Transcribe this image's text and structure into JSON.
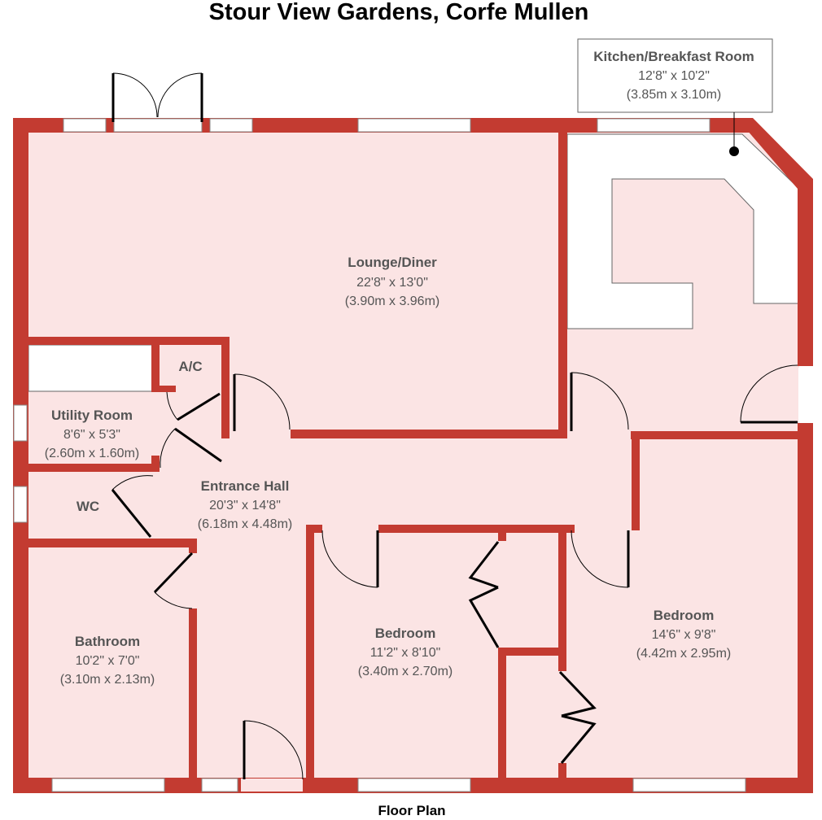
{
  "title": "Stour View Gardens, Corfe Mullen",
  "footer": "Floor Plan",
  "rooms": {
    "kitchen": {
      "name": "Kitchen/Breakfast Room",
      "dim_imperial": "12'8\" x 10'2\"",
      "dim_metric": "(3.85m x 3.10m)"
    },
    "lounge": {
      "name": "Lounge/Diner",
      "dim_imperial": "22'8\" x 13'0\"",
      "dim_metric": "(3.90m x 3.96m)"
    },
    "ac": {
      "name": "A/C"
    },
    "utility": {
      "name": "Utility Room",
      "dim_imperial": "8'6\" x 5'3\"",
      "dim_metric": "(2.60m x 1.60m)"
    },
    "wc": {
      "name": "WC"
    },
    "hall": {
      "name": "Entrance Hall",
      "dim_imperial": "20'3\" x 14'8\"",
      "dim_metric": "(6.18m x 4.48m)"
    },
    "bathroom": {
      "name": "Bathroom",
      "dim_imperial": "10'2\" x 7'0\"",
      "dim_metric": "(3.10m x 2.13m)"
    },
    "bedroom1": {
      "name": "Bedroom",
      "dim_imperial": "11'2\" x 8'10\"",
      "dim_metric": "(3.40m x 2.70m)"
    },
    "bedroom2": {
      "name": "Bedroom",
      "dim_imperial": "14'6\" x 9'8\"",
      "dim_metric": "(4.42m x 2.95m)"
    }
  },
  "colors": {
    "wall": "#c33b31",
    "floor": "#fbe4e4",
    "text": "#555555"
  }
}
